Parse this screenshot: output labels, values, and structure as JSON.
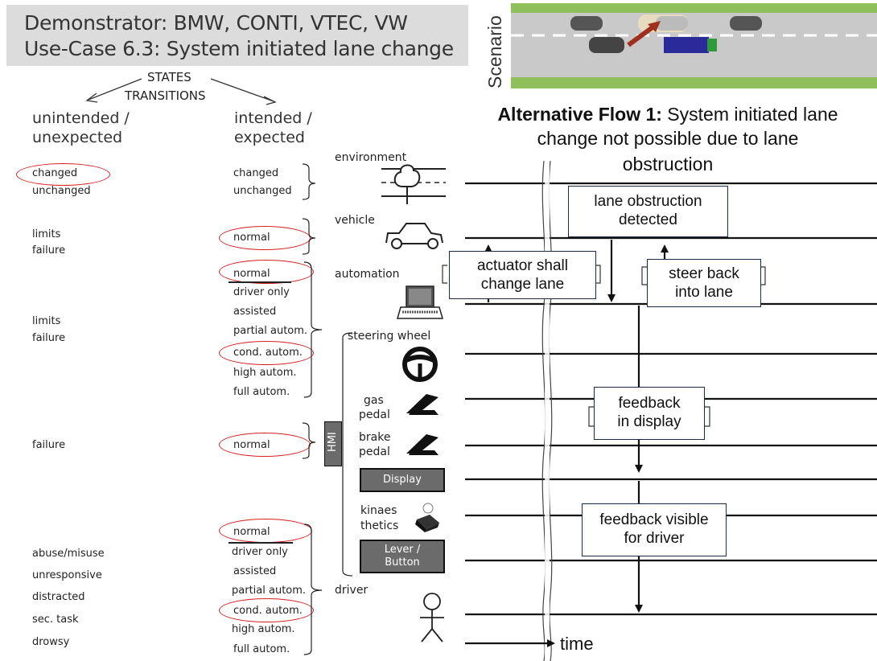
{
  "header": {
    "line1": "Demonstrator: BMW, CONTI, VTEC, VW",
    "line2": "Use-Case 6.3: System initiated lane change"
  },
  "scenario_label": "Scenario",
  "legend": {
    "states": "STATES",
    "transitions": "TRANSITIONS"
  },
  "columns": {
    "unintended": [
      "unintended /",
      "unexpected"
    ],
    "intended": [
      "intended /",
      "expected"
    ]
  },
  "environment": {
    "label": "environment",
    "unintended": [
      "changed",
      "unchanged"
    ],
    "intended": [
      "changed",
      "unchanged"
    ]
  },
  "vehicle": {
    "label": "vehicle",
    "unintended": [
      "limits",
      "failure"
    ],
    "intended": [
      "normal"
    ]
  },
  "automation": {
    "label": "automation",
    "unintended": [
      "limits",
      "failure"
    ],
    "intended": [
      "normal",
      "driver only",
      "assisted",
      "partial autom.",
      "cond. autom.",
      "high autom.",
      "full autom."
    ]
  },
  "hmi": {
    "label": "HMI",
    "steering_wheel": "steering wheel",
    "gas_pedal": [
      "gas",
      "pedal"
    ],
    "brake_pedal": [
      "brake",
      "pedal"
    ],
    "display_button": "Display",
    "kinaesthetics": [
      "kinaes",
      "thetics"
    ],
    "lever_button": [
      "Lever /",
      "Button"
    ],
    "unintended": [
      "failure"
    ],
    "intended": [
      "normal"
    ]
  },
  "driver": {
    "label": "driver",
    "unintended": [
      "abuse/misuse",
      "unresponsive",
      "distracted",
      "sec. task",
      "drowsy"
    ],
    "intended": [
      "normal",
      "driver only",
      "assisted",
      "partial autom.",
      "cond. autom.",
      "high autom.",
      "full autom."
    ]
  },
  "flow": {
    "title_bold": "Alternative Flow 1:",
    "title_line1_rest": " System initiated lane",
    "title_line2": "change not possible due to lane",
    "title_line3": "obstruction",
    "time_label": "time",
    "boxes": {
      "lane_obstruction": [
        "lane obstruction",
        "detected"
      ],
      "actuator": [
        "actuator shall",
        "change lane"
      ],
      "steer_back": [
        "steer back",
        "into lane"
      ],
      "feedback_display": [
        "feedback",
        "in display"
      ],
      "feedback_visible": [
        "feedback visible",
        "for driver"
      ]
    }
  },
  "colors": {
    "highlight": "#d32020",
    "title_bg": "#dcdcdc",
    "button_bg": "#6b6b6b",
    "road_grass": "#8fbf5a"
  }
}
